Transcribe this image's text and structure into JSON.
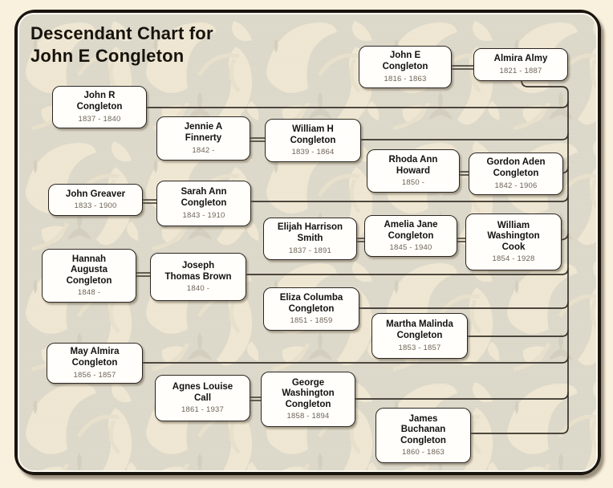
{
  "title": "Descendant Chart for\nJohn E Congleton",
  "people": [
    {
      "id": "john-e",
      "name": "John E\nCongleton",
      "dates": "1816 - 1863"
    },
    {
      "id": "almira",
      "name": "Almira Almy",
      "dates": "1821 - 1887"
    },
    {
      "id": "john-r",
      "name": "John R\nCongleton",
      "dates": "1837 - 1840"
    },
    {
      "id": "jennie",
      "name": "Jennie A\nFinnerty",
      "dates": "1842 -"
    },
    {
      "id": "william-h",
      "name": "William H\nCongleton",
      "dates": "1839 - 1864"
    },
    {
      "id": "rhoda",
      "name": "Rhoda Ann\nHoward",
      "dates": "1850 -"
    },
    {
      "id": "gordon",
      "name": "Gordon Aden\nCongleton",
      "dates": "1842 - 1906"
    },
    {
      "id": "greaver",
      "name": "John Greaver",
      "dates": "1833 - 1900"
    },
    {
      "id": "sarah",
      "name": "Sarah Ann\nCongleton",
      "dates": "1843 - 1910"
    },
    {
      "id": "elijah",
      "name": "Elijah Harrison\nSmith",
      "dates": "1837 - 1891"
    },
    {
      "id": "amelia",
      "name": "Amelia Jane\nCongleton",
      "dates": "1845 - 1940"
    },
    {
      "id": "cook",
      "name": "William\nWashington\nCook",
      "dates": "1854 - 1928"
    },
    {
      "id": "hannah",
      "name": "Hannah\nAugusta\nCongleton",
      "dates": "1848 -"
    },
    {
      "id": "joseph",
      "name": "Joseph\nThomas Brown",
      "dates": "1840 -"
    },
    {
      "id": "eliza",
      "name": "Eliza Columba\nCongleton",
      "dates": "1851 - 1859"
    },
    {
      "id": "martha",
      "name": "Martha Malinda\nCongleton",
      "dates": "1853 - 1857"
    },
    {
      "id": "may",
      "name": "May Almira\nCongleton",
      "dates": "1856 - 1857"
    },
    {
      "id": "agnes",
      "name": "Agnes Louise\nCall",
      "dates": "1861 - 1937"
    },
    {
      "id": "george",
      "name": "George\nWashington\nCongleton",
      "dates": "1858 - 1894"
    },
    {
      "id": "james",
      "name": "James\nBuchanan\nCongleton",
      "dates": "1860 - 1863"
    }
  ],
  "relationships": {
    "root_couple": [
      "John E Congleton",
      "Almira Almy"
    ],
    "children_of_root": [
      "John R Congleton",
      "William H Congleton",
      "Gordon Aden Congleton",
      "Sarah Ann Congleton",
      "Amelia Jane Congleton",
      "Hannah Augusta Congleton",
      "Eliza Columba Congleton",
      "Martha Malinda Congleton",
      "May Almira Congleton",
      "George Washington Congleton",
      "James Buchanan Congleton"
    ],
    "marriages": [
      [
        "John E Congleton",
        "Almira Almy"
      ],
      [
        "Jennie A Finnerty",
        "William H Congleton"
      ],
      [
        "Rhoda Ann Howard",
        "Gordon Aden Congleton"
      ],
      [
        "John Greaver",
        "Sarah Ann Congleton"
      ],
      [
        "Elijah Harrison Smith",
        "Amelia Jane Congleton"
      ],
      [
        "Amelia Jane Congleton",
        "William Washington Cook"
      ],
      [
        "Hannah Augusta Congleton",
        "Joseph Thomas Brown"
      ],
      [
        "Agnes Louise Call",
        "George Washington Congleton"
      ]
    ]
  },
  "colors": {
    "page_background": "#f9f1de",
    "panel_pattern_base": "#dcd8c9",
    "panel_pattern_motif": "#eee6d1",
    "box_fill": "#fffefa",
    "line_color": "#38322a",
    "name_text": "#141210",
    "date_text": "#6d6357"
  }
}
